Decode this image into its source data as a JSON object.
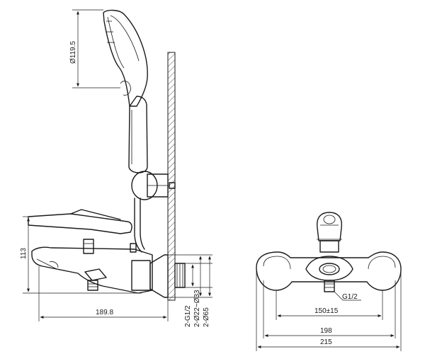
{
  "dimensions": {
    "handshower_diameter": "Ø119.5",
    "height_113": "113",
    "width_189_8": "189.8",
    "thread_g12": "2-G1/2",
    "diam_22_33": "2-Ø22~Ø33",
    "diam_65": "2-Ø65",
    "front_g12": "G1/2",
    "centers": "150±15",
    "width_198": "198",
    "width_215": "215"
  }
}
